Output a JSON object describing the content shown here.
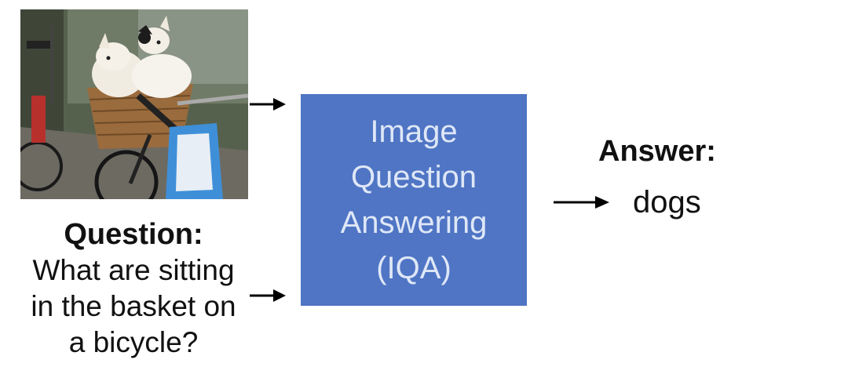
{
  "question": {
    "heading": "Question:",
    "lines": [
      "What are sitting",
      "in the basket on",
      "a bicycle?"
    ]
  },
  "model_box": {
    "lines": [
      "Image",
      "Question",
      "Answering",
      "(IQA)"
    ],
    "color": "#4f75c4"
  },
  "answer": {
    "label": "Answer:",
    "value": "dogs"
  },
  "photo": {
    "description_icon": "dogs-in-bicycle-basket-photo"
  }
}
